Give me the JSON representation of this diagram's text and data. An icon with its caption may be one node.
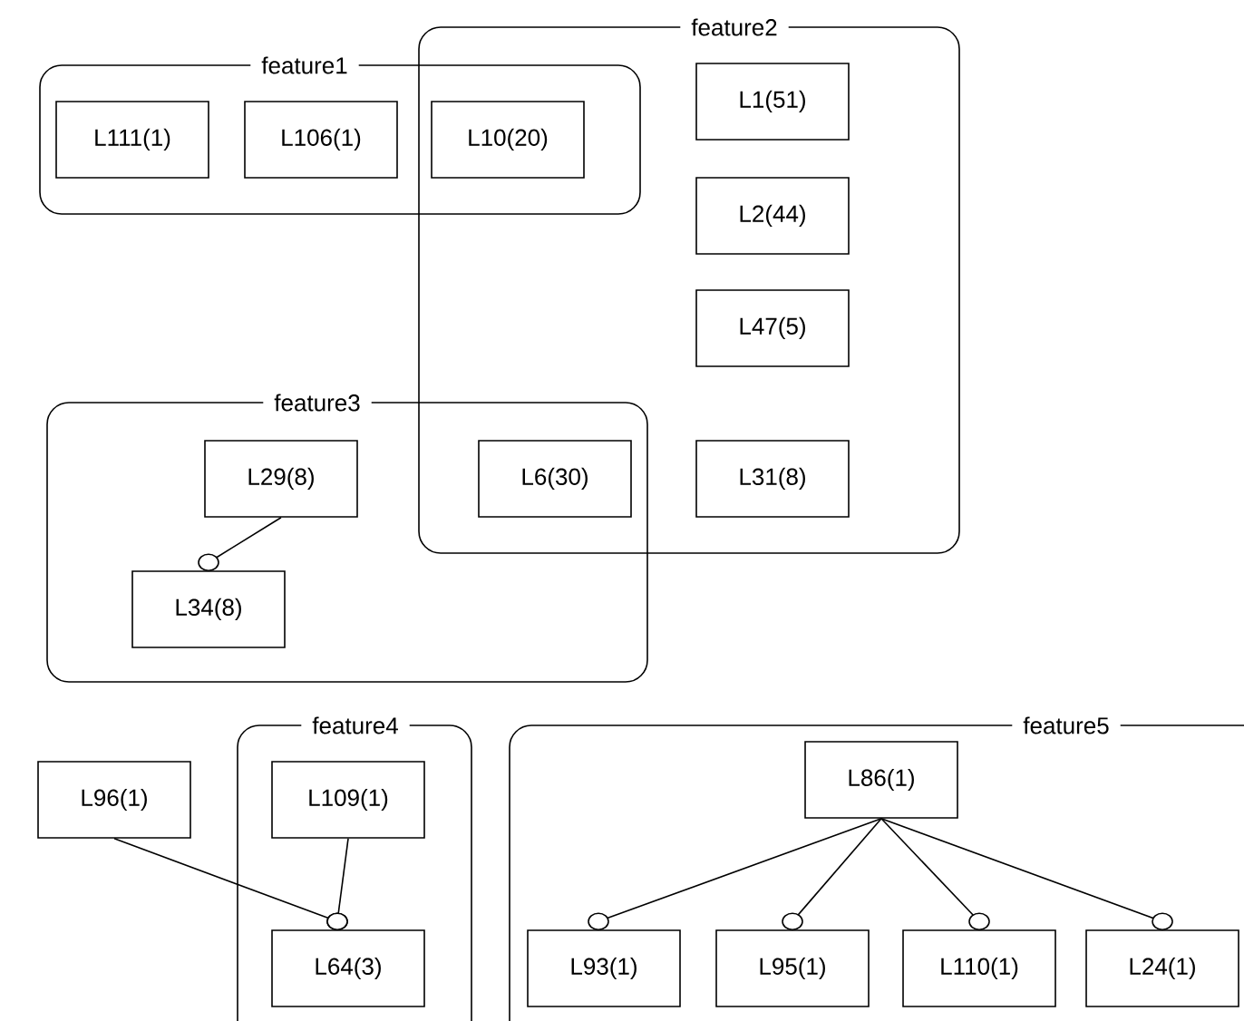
{
  "diagram": {
    "nodes": [
      {
        "text": [
          "feature1"
        ]
      },
      {
        "text": [
          "L111(1)"
        ],
        "in": 0
      },
      {
        "text": [
          "L106(1)"
        ],
        "in": 0
      },
      {
        "text": [
          "L10(20)"
        ]
      },
      {
        "text": [
          "feature2"
        ]
      },
      {
        "text": [
          "L1(51)"
        ],
        "in": 4
      },
      {
        "text": [
          "L2(44)"
        ],
        "in": 4
      },
      {
        "text": [
          "L47(5)"
        ],
        "in": 4
      },
      {
        "text": [
          "feature3"
        ]
      },
      {
        "text": [
          "L29(8)"
        ],
        "in": 8
      },
      {
        "text": [
          "L6(30)"
        ]
      },
      {
        "text": [
          "L31(8)"
        ],
        "in": 4
      },
      {
        "text": [
          "L34(8)"
        ],
        "in": 8
      },
      {
        "text": [
          "L96(1)"
        ]
      },
      {
        "text": [
          "feature4"
        ]
      },
      {
        "text": [
          "L109(1)"
        ],
        "in": 14
      },
      {
        "text": [
          "L64(3)"
        ],
        "in": 14
      },
      {
        "text": [
          "feature5"
        ]
      },
      {
        "text": [
          "L86(1)"
        ],
        "in": 17
      },
      {
        "text": [
          "L93(1)"
        ],
        "in": 17
      },
      {
        "text": [
          "L95(1)"
        ],
        "in": 17
      },
      {
        "text": [
          "L110(1)"
        ],
        "in": 17
      },
      {
        "text": [
          "L24(1)"
        ],
        "in": 17
      }
    ],
    "edges": [
      {
        "from": 9,
        "to": 12,
        "arrow": "other"
      },
      {
        "from": 13,
        "to": 16,
        "arrow": "other"
      },
      {
        "from": 15,
        "to": 16,
        "arrow": "other"
      },
      {
        "from": 18,
        "to": 19,
        "arrow": "other"
      },
      {
        "from": 18,
        "to": 20,
        "arrow": "other"
      },
      {
        "from": 18,
        "to": 21,
        "arrow": "other"
      },
      {
        "from": 18,
        "to": 22,
        "arrow": "other"
      }
    ]
  }
}
